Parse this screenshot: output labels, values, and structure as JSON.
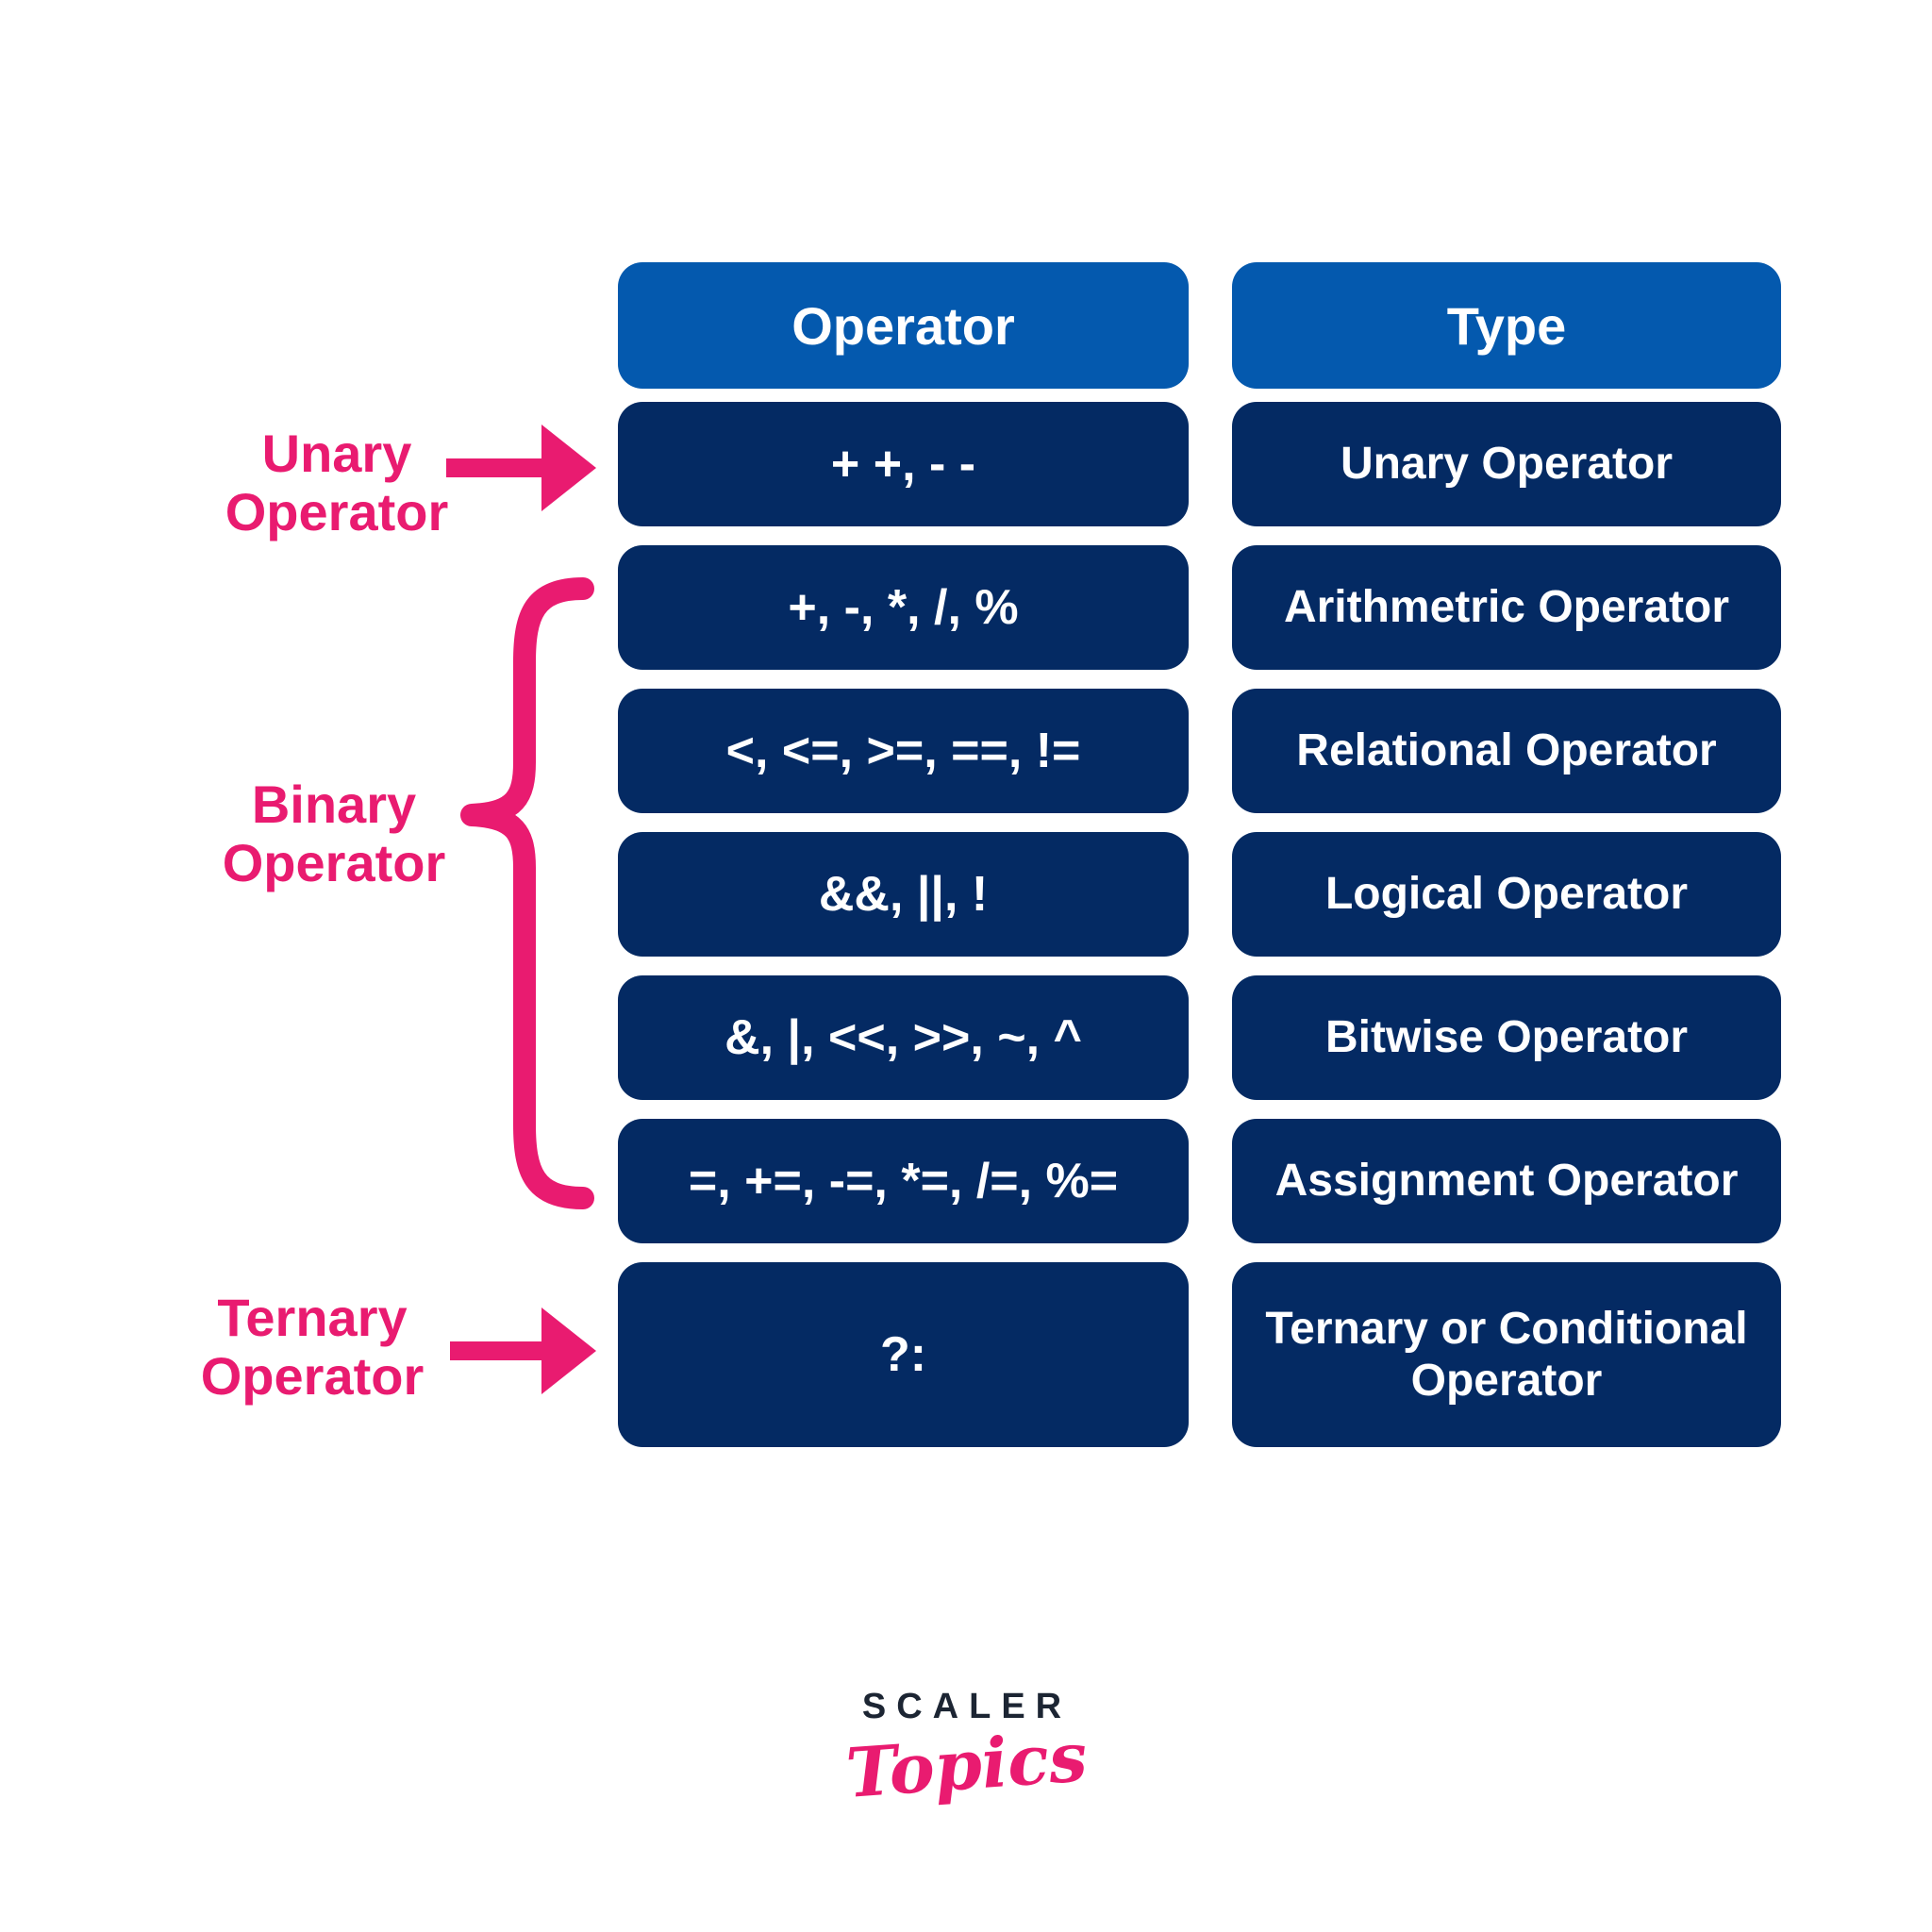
{
  "headers": {
    "operator": "Operator",
    "type": "Type"
  },
  "rows": [
    {
      "operator": "+ +, - -",
      "type": "Unary Operator"
    },
    {
      "operator": "+, -, *, /, %",
      "type": "Arithmetric Operator"
    },
    {
      "operator": "<, <=, >=, ==, !=",
      "type": "Relational Operator"
    },
    {
      "operator": "&&, ||, !",
      "type": "Logical Operator"
    },
    {
      "operator": "&, |, <<, >>, ~, ^",
      "type": "Bitwise Operator"
    },
    {
      "operator": "=, +=, -=, *=, /=, %=",
      "type": "Assignment  Operator"
    },
    {
      "operator": "?:",
      "type": "Ternary or Conditional Operator"
    }
  ],
  "labels": {
    "unary": {
      "line1": "Unary",
      "line2": "Operator"
    },
    "binary": {
      "line1": "Binary",
      "line2": "Operator"
    },
    "ternary": {
      "line1": "Ternary",
      "line2": "Operator"
    }
  },
  "logo": {
    "brand": "SCALER",
    "sub": "Topics"
  },
  "colors": {
    "header_blue": "#0459AE",
    "row_navy": "#042A63",
    "accent_pink": "#E91B70",
    "logo_dark": "#1C2533",
    "text_white": "#FFFFFF",
    "background": "#FFFFFF"
  }
}
